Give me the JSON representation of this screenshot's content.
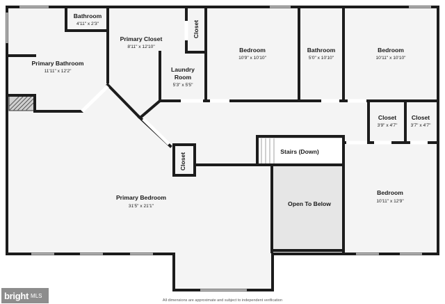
{
  "rooms": [
    {
      "id": "bathroom-small",
      "name": "Bathroom",
      "dim": "4'11\" x 2'3\""
    },
    {
      "id": "primary-bathroom",
      "name": "Primary Bathroom",
      "dim": "11'11\" x 12'2\""
    },
    {
      "id": "primary-closet",
      "name": "Primary Closet",
      "dim": "8'11\" x 12'10\""
    },
    {
      "id": "closet-vertical",
      "name": "Closet",
      "dim": ""
    },
    {
      "id": "laundry-room-line1",
      "name": "Laundry",
      "dim": ""
    },
    {
      "id": "laundry-room-line2",
      "name": "Room",
      "dim": "5'3\" x 5'5\""
    },
    {
      "id": "bedroom-1",
      "name": "Bedroom",
      "dim": "10'9\" x 10'10\""
    },
    {
      "id": "bathroom-2",
      "name": "Bathroom",
      "dim": "5'0\" x 10'10\""
    },
    {
      "id": "bedroom-2",
      "name": "Bedroom",
      "dim": "10'11\" x 10'10\""
    },
    {
      "id": "closet-a",
      "name": "Closet",
      "dim": "3'9\" x 4'7\""
    },
    {
      "id": "closet-b",
      "name": "Closet",
      "dim": "3'7\" x 4'7\""
    },
    {
      "id": "stairs",
      "name": "Stairs (Down)",
      "dim": ""
    },
    {
      "id": "closet-hall",
      "name": "Closet",
      "dim": ""
    },
    {
      "id": "primary-bedroom",
      "name": "Primary Bedroom",
      "dim": "31'5\" x 21'1\""
    },
    {
      "id": "open-to-below",
      "name": "Open To Below",
      "dim": ""
    },
    {
      "id": "bedroom-3",
      "name": "Bedroom",
      "dim": "10'11\" x 12'9\""
    }
  ],
  "footer": "All dimensions are approximate and subject to independent verification",
  "brand": {
    "word": "bright",
    "suffix": "MLS"
  },
  "colors": {
    "wall": "#1c1c1c",
    "floor": "#f4f4f4",
    "open_area": "#e6e6e6",
    "window": "#b8b8b8"
  }
}
